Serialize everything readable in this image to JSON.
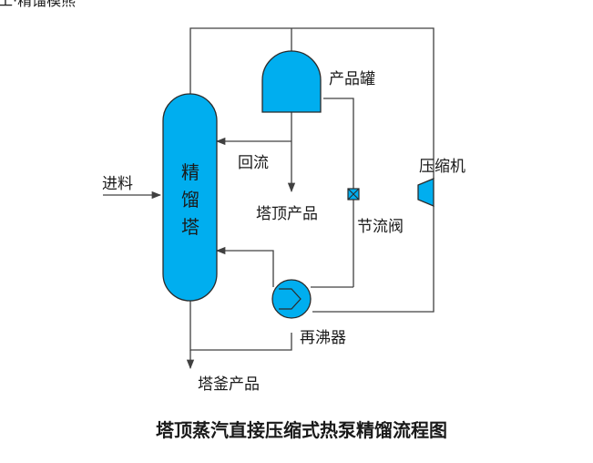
{
  "header_fragment": "工·精馏模熊",
  "labels": {
    "product_tank": "产品罐",
    "reflux": "回流",
    "overhead_product": "塔顶产品",
    "throttle_valve": "节流阀",
    "compressor": "压缩机",
    "feed": "进料",
    "column": [
      "精",
      "馏",
      "塔"
    ],
    "reboiler": "再沸器",
    "bottom_product": "塔釜产品"
  },
  "caption": "塔顶蒸汽直接压缩式热泵精馏流程图",
  "colors": {
    "vessel_fill": "#00AEEF",
    "line": "#404040",
    "text": "#1a1a1a"
  }
}
